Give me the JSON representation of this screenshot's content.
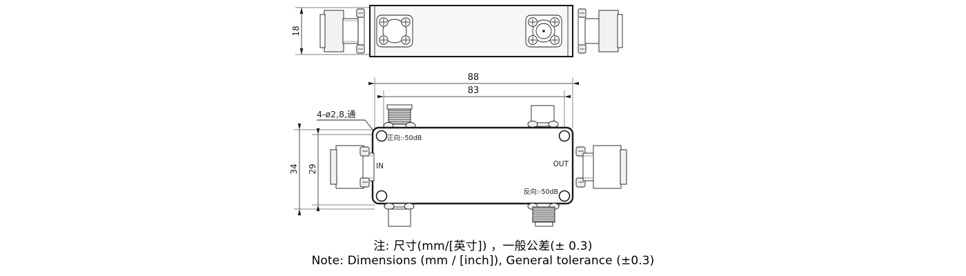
{
  "drawing": {
    "title": "RF directional coupler outline drawing",
    "line_color": "#1a1a1a",
    "dim_color": "#1a1a1a",
    "fill_light": "#f2f2f2",
    "fill_white": "#ffffff",
    "hatch_color": "#333333"
  },
  "views": {
    "top": {
      "name": "side-elevation-view"
    },
    "bottom": {
      "name": "plan-view"
    }
  },
  "dimensions": {
    "height_side": "18",
    "overall_length": "88",
    "body_length": "83",
    "overall_width": "34",
    "body_width": "29"
  },
  "callouts": {
    "holes": "4-ø2,8,通",
    "forward_isolation": "正向:-50dB",
    "reverse_isolation": "反向:-50dB"
  },
  "ports": {
    "input": "IN",
    "output": "OUT"
  },
  "note": {
    "line_cn": "注: 尺寸(mm/[英寸]) ，一般公差(± 0.3)",
    "line_en": "Note: Dimensions (mm / [inch]), General tolerance (±0.3)"
  }
}
